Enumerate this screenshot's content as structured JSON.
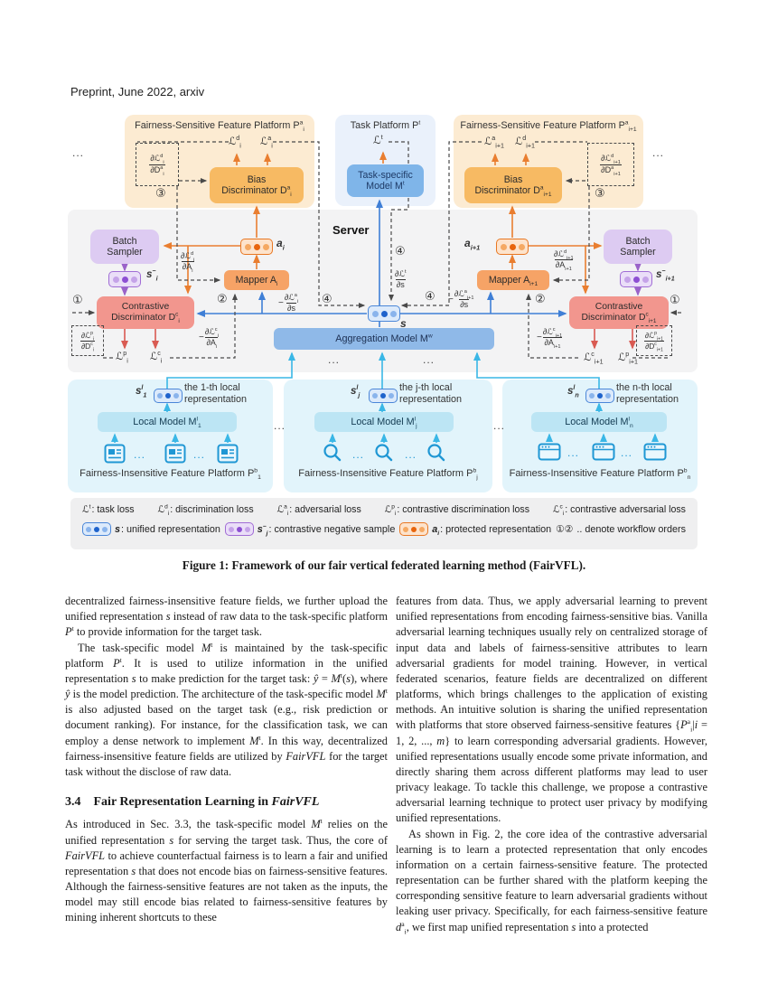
{
  "header": {
    "text": "Preprint, June 2022, arxiv"
  },
  "figure": {
    "dots": "...",
    "caption": "Figure 1: Framework of our fair vertical federated learning method (FairVFL).",
    "platform_i": {
      "title": "Fairness-Sensitive Feature Platform P^{a}_{i}",
      "loss_d": "ℒ^{d}_{i}",
      "loss_a": "ℒ^{a}_{i}",
      "bias_line1": "Bias",
      "bias_line2": "Discriminator D^{a}_{i}",
      "grad_num": "∂ℒ^{d}_{i}",
      "grad_den": "∂D^{a}_{i}",
      "step3": "③"
    },
    "task_platform": {
      "title": "Task Platform P^{t}",
      "loss": "ℒ^{t}",
      "model_line1": "Task-specific",
      "model_line2": "Model M^{t}"
    },
    "platform_i1": {
      "title": "Fairness-Sensitive Feature Platform P^{a}_{i+1}",
      "loss_a": "ℒ^{a}_{i+1}",
      "loss_d": "ℒ^{d}_{i+1}",
      "bias_line1": "Bias",
      "bias_line2": "Discriminator D^{a}_{i+1}",
      "grad_num": "∂ℒ^{d}_{i+1}",
      "grad_den": "∂D^{a}_{i+1}",
      "step3": "③"
    },
    "server": {
      "label": "Server",
      "left": {
        "batch_line1": "Batch",
        "batch_line2": "Sampler",
        "sneg": "s^{−}_{i}",
        "step1": "①",
        "contr_line1": "Contrastive",
        "contr_line2": "Discriminator D^{c}_{i}",
        "grad_pd_num": "∂ℒ^{p}_{i}",
        "grad_pd_den": "∂D^{c}_{i}",
        "loss_p": "ℒ^{p}_{i}",
        "loss_c": "ℒ^{c}_{i}",
        "minus": "−",
        "grad_ca_num": "∂ℒ^{c}_{i}",
        "grad_ca_den": "∂A_{i}",
        "step2": "②",
        "mapper": "Mapper A_{i}",
        "a_label": "a_{i}",
        "grad_da_num": "∂ℒ^{d}_{i}",
        "grad_da_den": "∂A_{i}",
        "grad_as_num": "∂ℒ^{a}_{i}",
        "grad_as_den": "∂s",
        "step4": "④"
      },
      "center": {
        "s_label": "s",
        "agg": "Aggregation Model M^{w}",
        "grad_t_num": "∂ℒ^{t}",
        "grad_t_den": "∂s",
        "step4": "④"
      },
      "right": {
        "batch_line1": "Batch",
        "batch_line2": "Sampler",
        "sneg": "s^{−}_{i+1}",
        "step1": "①",
        "contr_line1": "Contrastive",
        "contr_line2": "Discriminator D^{c}_{i+1}",
        "grad_pd_num": "∂ℒ^{p}_{i+1}",
        "grad_pd_den": "∂D^{c}_{i+1}",
        "loss_c": "ℒ^{c}_{i+1}",
        "loss_p": "ℒ^{p}_{i+1}",
        "minus": "−",
        "grad_ca_num": "∂ℒ^{c}_{i+1}",
        "grad_ca_den": "∂A_{i+1}",
        "step2": "②",
        "mapper": "Mapper A_{i+1}",
        "a_label": "a_{i+1}",
        "grad_da_num": "∂ℒ^{d}_{i+1}",
        "grad_da_den": "∂A_{i+1}",
        "grad_as_num": "∂ℒ^{a}_{i+1}",
        "grad_as_den": "∂s",
        "step4": "④"
      }
    },
    "local_platforms": [
      {
        "rep": "s^{l}_{1}",
        "cap1": "the 1-th local",
        "cap2": "representation",
        "model": "Local Model  M^{l}_{1}",
        "title": "Fairness-Insensitive Feature Platform P^{b}_{1}"
      },
      {
        "rep": "s^{l}_{j}",
        "cap1": "the j-th local",
        "cap2": "representation",
        "model": "Local Model  M^{l}_{j}",
        "title": "Fairness-Insensitive Feature Platform P^{b}_{j}"
      },
      {
        "rep": "s^{l}_{n}",
        "cap1": "the n-th local",
        "cap2": "representation",
        "model": "Local Model  M^{l}_{n}",
        "title": "Fairness-Insensitive Feature Platform P^{b}_{n}"
      }
    ],
    "legend": {
      "row1": [
        {
          "sym": "ℒ^{t}",
          "desc": ": task loss"
        },
        {
          "sym": "ℒ^{d}_{i}",
          "desc": ": discrimination loss"
        },
        {
          "sym": "ℒ^{a}_{i}",
          "desc": ": adversarial loss"
        },
        {
          "sym": "ℒ^{p}_{i}",
          "desc": ": contrastive discrimination loss"
        },
        {
          "sym": "ℒ^{c}_{i}",
          "desc": ": contrastive adversarial loss"
        }
      ],
      "row2": [
        {
          "sym": "s",
          "desc": ": unified representation"
        },
        {
          "sym": "s^{−}_{j}",
          "desc": ": contrastive negative sample"
        },
        {
          "sym": "a_{i}",
          "desc": ": protected representation"
        }
      ],
      "workflow": {
        "nums": "①②",
        "desc": " .. denote workflow orders"
      }
    }
  },
  "article": {
    "left": {
      "p1": "decentralized fairness-insensitive feature fields, we further upload the unified representation *s* instead of raw data to the task-specific platform *P*^{t} to provide information for the target task.",
      "p2": "The task-specific model *M*^{t} is maintained by the task-specific platform *P*^{t}. It is used to utilize information in the unified representation *s* to make prediction for the target task: *ŷ* = *M*^{t}(*s*), where *ŷ* is the model prediction. The architecture of the task-specific model *M*^{t} is also adjusted based on the target task (e.g., risk prediction or document ranking). For instance, for the classification task, we can employ a dense network to implement *M*^{t}. In this way, decentralized fairness-insensitive feature fields are utilized by *FairVFL* for the target task without the disclose of raw data.",
      "heading_num": "3.4",
      "heading_pre": "Fair Representation Learning in ",
      "heading_em": "FairVFL",
      "p3": "As introduced in Sec. 3.3, the task-specific model *M*^{t} relies on the unified representation *s* for serving the target task. Thus, the core of *FairVFL* to achieve counterfactual fairness is to learn a fair and unified representation *s* that does not encode bias on fairness-sensitive features. Although the fairness-sensitive features are not taken as the inputs, the model may still encode bias related to fairness-sensitive features by mining inherent shortcuts to these"
    },
    "right": {
      "p1": "features from data. Thus, we apply adversarial learning to prevent unified representations from encoding fairness-sensitive bias. Vanilla adversarial learning techniques usually rely on centralized storage of input data and labels of fairness-sensitive attributes to learn adversarial gradients for model training. However, in vertical federated scenarios, feature fields are decentralized on different platforms, which brings challenges to the application of existing methods. An intuitive solution is sharing the unified representation with platforms that store observed fairness-sensitive features {*P*^{a}_{i}|*i* = 1, 2, ..., *m*} to learn corresponding adversarial gradients. However, unified representations usually encode some private information, and directly sharing them across different platforms may lead to user privacy leakage. To tackle this challenge, we propose a contrastive adversarial learning technique to protect user privacy by modifying unified representations.",
      "p2": "As shown in Fig. 2, the core idea of the contrastive adversarial learning is to learn a protected representation that only encodes information on a certain fairness-sensitive feature. The protected representation can be further shared with the platform keeping the corresponding sensitive feature to learn adversarial gradients without leaking user privacy. Specifically, for each fairness-sensitive feature *d*^{a}_{i}, we first map unified representation *s* into a protected"
    }
  },
  "colors": {
    "cream": "#FCEBD2",
    "bias_orange": "#F7BA63",
    "task_bg": "#EAF1FB",
    "task_model_blue": "#7FB5E9",
    "server_gray": "#F3F3F4",
    "batch_purple": "#DDCBF2",
    "contrastive_red": "#F2968E",
    "mapper_orange": "#F6A366",
    "agg_blue": "#8FB9E8",
    "local_bg": "#E2F4FB",
    "local_model_cyan": "#BCE5F4",
    "legend_gray": "#EFEFF0",
    "arrow_orange": "#E97E30",
    "arrow_blue": "#3F7FD6",
    "arrow_cyan": "#3AB7E6",
    "arrow_purple": "#9A63C9",
    "arrow_red": "#D95A52"
  }
}
